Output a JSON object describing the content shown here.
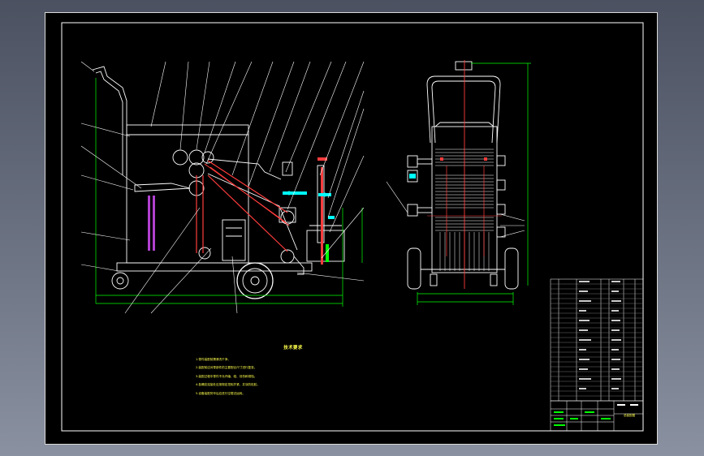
{
  "drawing": {
    "technical_requirements": {
      "title": "技术要求",
      "items": [
        "1.零件装配前需清洗干净。",
        "2.装配前应对零部件的主要配合尺寸进行复查。",
        "3.装配过程中零件不允许磕、碰、划伤和锈蚀。",
        "4.各螺纹连接处应按规定扭矩拧紧，并涂防松胶。",
        "5.设备装配完毕后应进行空载试运转。"
      ]
    },
    "title_block": {
      "drawing_title": "总装配图"
    }
  },
  "colors": {
    "background_window": "#5e6575",
    "sheet": "#000000",
    "frame": "#ffffff",
    "outline": "#ffffff",
    "dimension": "#00ff00",
    "centerline": "#ff0000",
    "section": "#ff3c3c",
    "annotation": "#ffff4d",
    "hydraulic": "#00ffff",
    "part_fill": "#b0b0b0"
  }
}
